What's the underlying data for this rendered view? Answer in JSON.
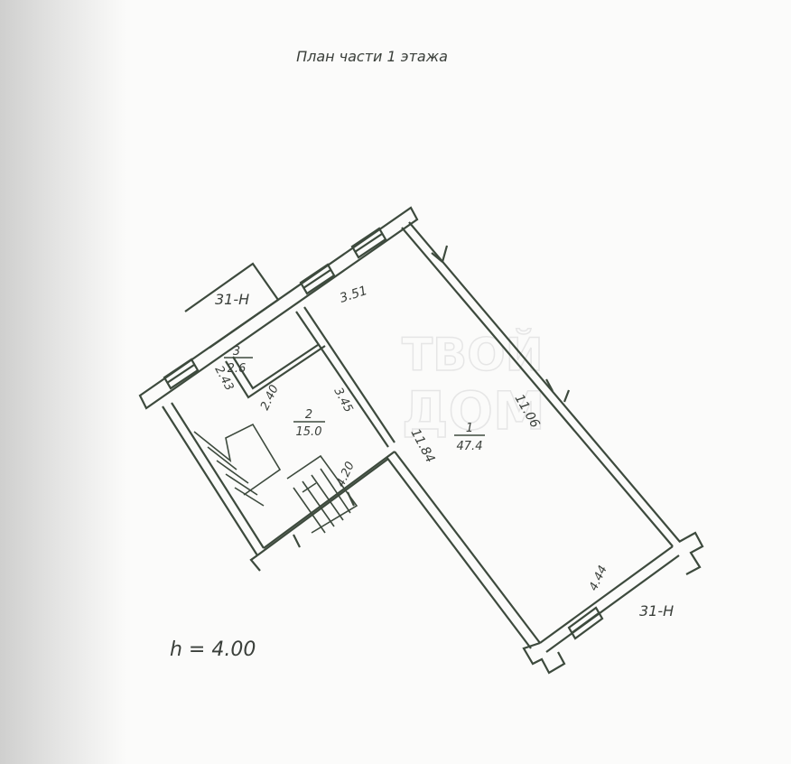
{
  "title": "План части 1 этажа",
  "height_note": "h = 4.00",
  "watermark": [
    "ТВОЙ",
    "ДОМ"
  ],
  "rooms": [
    {
      "number": "1",
      "area": "47.4"
    },
    {
      "number": "2",
      "area": "15.0"
    },
    {
      "number": "3",
      "area": "2.6"
    }
  ],
  "dimensions": {
    "top_wall": "3.51",
    "right_wall": "11.06",
    "left_wall_room1": "11.84",
    "bottom_wall": "4.44",
    "room2_partition": "3.45",
    "room2_bottom": "4.20",
    "room3_width": "2.40",
    "room3_side": "2.43"
  },
  "window_marks": [
    "31-Н",
    "31-Н"
  ],
  "colors": {
    "line": "#3d4a3d",
    "text": "#3a3f3a"
  }
}
